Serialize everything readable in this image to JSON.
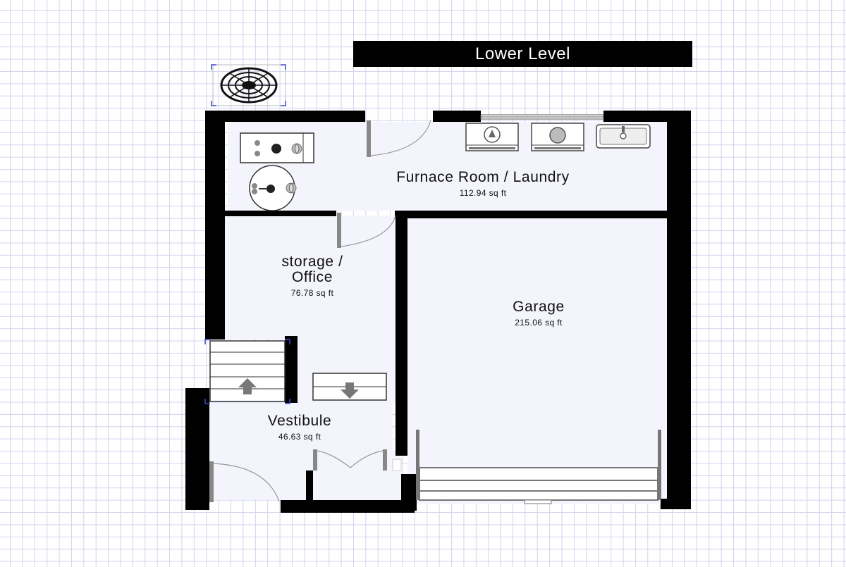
{
  "title": "Lower Level",
  "rooms": {
    "furnace": {
      "name": "Furnace Room / Laundry",
      "area": "112.94 sq ft"
    },
    "storage": {
      "name_line1": "storage /",
      "name_line2": "Office",
      "area": "76.78 sq ft"
    },
    "garage": {
      "name": "Garage",
      "area": "215.06 sq ft"
    },
    "vestibule": {
      "name": "Vestibule",
      "area": "46.63 sq ft"
    }
  },
  "colors": {
    "wall": "#000000",
    "floor": "#f3f4fc",
    "grid": "#d2d3ee",
    "fixture_stroke": "#555555",
    "stair_arrow": "#777777"
  },
  "icons": [
    "exhaust-fan-icon",
    "furnace-icon",
    "water-heater-icon",
    "washer-icon",
    "dryer-icon",
    "laundry-sink-icon",
    "stair-up-arrow-icon",
    "stair-down-arrow-icon"
  ]
}
